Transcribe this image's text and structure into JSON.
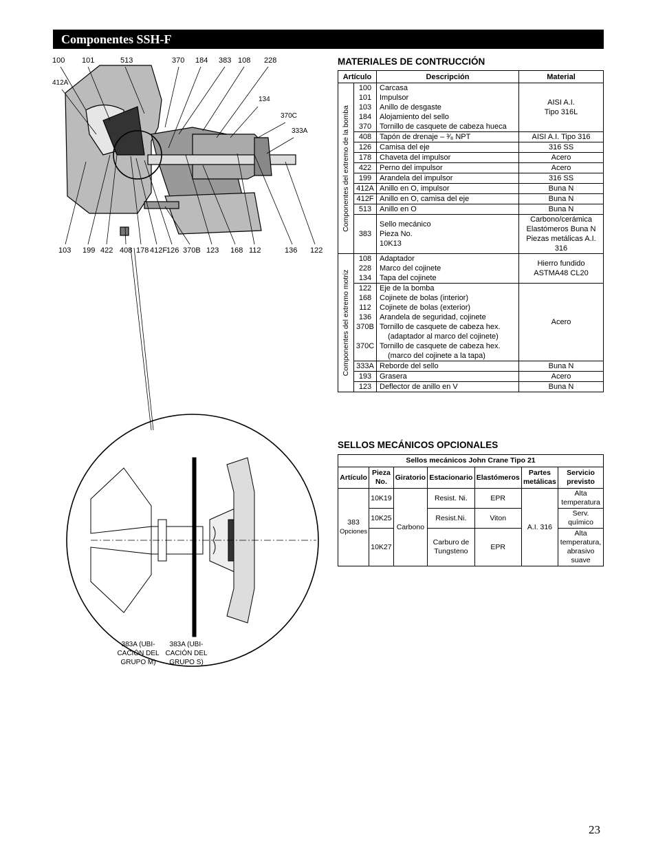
{
  "header": {
    "title": "Componentes SSH-F"
  },
  "drawing": {
    "top_callouts": [
      "100",
      "101",
      "513",
      "370",
      "184",
      "383",
      "108",
      "228"
    ],
    "left_callouts": [
      "412A"
    ],
    "right_callouts": [
      "134",
      "370C",
      "333A"
    ],
    "bottom_callouts": [
      "103",
      "199",
      "422",
      "408",
      "178",
      "412F",
      "126",
      "370B",
      "123",
      "168",
      "112",
      "136",
      "122"
    ],
    "detail_labels": {
      "m_group": [
        "383A (UBI-",
        "CACIÓN DEL",
        "GRUPO M)"
      ],
      "s_group": [
        "383A (UBI-",
        "CACIÓN DEL",
        "GRUPO S)"
      ]
    }
  },
  "materials": {
    "title": "MATERIALES DE CONTRUCCIÓN",
    "headers": [
      "Artículo",
      "Descripción",
      "Material"
    ],
    "group_pump": "Componentes del extremo de la bomba",
    "group_drive": "Componentes del extremo motriz",
    "pump_rows": [
      {
        "items": [
          "100",
          "101",
          "103",
          "184",
          "370"
        ],
        "desc": [
          "Carcasa",
          "Impulsor",
          "Anillo de desgaste",
          "Alojamiento del sello",
          "Tornillo de casquete de cabeza hueca"
        ],
        "mat": [
          "AISI A.I.",
          "Tipo 316L"
        ]
      },
      {
        "items": [
          "408"
        ],
        "desc": [
          "Tapón de drenaje – ³⁄₈ NPT"
        ],
        "mat": [
          "AISI A.I. Tipo 316"
        ]
      },
      {
        "items": [
          "126"
        ],
        "desc": [
          "Camisa del eje"
        ],
        "mat": [
          "316 SS"
        ]
      },
      {
        "items": [
          "178"
        ],
        "desc": [
          "Chaveta del impulsor"
        ],
        "mat": [
          "Acero"
        ]
      },
      {
        "items": [
          "422"
        ],
        "desc": [
          "Perno del impulsor"
        ],
        "mat": [
          "Acero"
        ]
      },
      {
        "items": [
          "199"
        ],
        "desc": [
          "Arandela del impulsor"
        ],
        "mat": [
          "316 SS"
        ]
      },
      {
        "items": [
          "412A"
        ],
        "desc": [
          "Anillo en O, impulsor"
        ],
        "mat": [
          "Buna N"
        ]
      },
      {
        "items": [
          "412F"
        ],
        "desc": [
          "Anillo en O, camisa del eje"
        ],
        "mat": [
          "Buna N"
        ]
      },
      {
        "items": [
          "513"
        ],
        "desc": [
          "Anillo en O"
        ],
        "mat": [
          "Buna N"
        ]
      },
      {
        "items": [
          "383"
        ],
        "desc": [
          "Sello mecánico",
          "Pieza No.",
          "10K13"
        ],
        "mat": [
          "Carbono/cerámica",
          "Elastómeros Buna N",
          "Piezas metálicas A.I. 316"
        ]
      }
    ],
    "drive_rows": [
      {
        "items": [
          "108",
          "228",
          "134"
        ],
        "desc": [
          "Adaptador",
          "Marco del cojinete",
          "Tapa del cojinete"
        ],
        "mat": [
          "Hierro fundido",
          "ASTMA48 CL20"
        ]
      },
      {
        "items": [
          "122",
          "168",
          "112",
          "136",
          "370B",
          "",
          "370C",
          ""
        ],
        "desc": [
          "Eje de la bomba",
          "Cojinete de bolas (interior)",
          "Cojinete de bolas (exterior)",
          "Arandela de seguridad, cojinete",
          "Tornillo de casquete de cabeza hex.",
          "(adaptador al marco del cojinete)",
          "Tornillo de casquete de cabeza hex.",
          "(marco del cojinete a la tapa)"
        ],
        "mat": [
          "Acero"
        ]
      },
      {
        "items": [
          "333A"
        ],
        "desc": [
          "Reborde del sello"
        ],
        "mat": [
          "Buna N"
        ]
      },
      {
        "items": [
          "193"
        ],
        "desc": [
          "Grasera"
        ],
        "mat": [
          "Acero"
        ]
      },
      {
        "items": [
          "123"
        ],
        "desc": [
          "Deflector de anillo en V"
        ],
        "mat": [
          "Buna N"
        ]
      }
    ]
  },
  "seals": {
    "title": "SELLOS MECÁNICOS OPCIONALES",
    "table_title": "Sellos mecánicos John Crane Tipo 21",
    "headers": [
      "Artículo",
      "Pieza No.",
      "Giratorio",
      "Estacionario",
      "Elastómeros",
      "Partes metálicas",
      "Servicio previsto"
    ],
    "article": "383",
    "article_sub": "Opciones",
    "rotating": "Carbono",
    "metal": "A.I. 316",
    "rows": [
      {
        "part": "10K19",
        "stationary": "Resist. Ni.",
        "elastomer": "EPR",
        "service": "Alta temperatura"
      },
      {
        "part": "10K25",
        "stationary": "Resist.Ni.",
        "elastomer": "Viton",
        "service": "Serv. químico"
      },
      {
        "part": "10K27",
        "stationary": "Carburo de Tungsteno",
        "elastomer": "EPR",
        "service": "Alta temperatura, abrasivo suave"
      }
    ]
  },
  "page_number": "23"
}
